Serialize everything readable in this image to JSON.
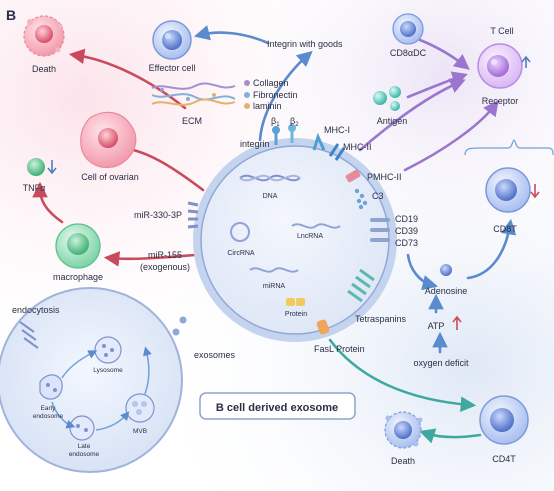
{
  "panel_label": "B",
  "top": {
    "death": "Death",
    "effector_cell": "Effector cell",
    "integrin_goods": "Integrin with goods",
    "ecm": "ECM",
    "collagen": "Collagen",
    "fibronectin": "Fibronectin",
    "laminin": "laminin",
    "integrin": "integrin",
    "beta1": "β",
    "beta1_sub": "1",
    "beta2": "β",
    "beta2_sub": "2",
    "cd8adc": "CD8αDC",
    "t_cell": "T Cell",
    "antigen": "Antigen",
    "receptor": "Receptor",
    "mhc1": "MHC-I",
    "mhc2": "MHC-II",
    "pmhc2": "PMHC-II",
    "c3": "C3"
  },
  "left": {
    "cell_of_ovarian": "Cell of ovarian",
    "tnfa": "TNFα",
    "macrophage": "macrophage",
    "mir330": "miR-330-3P",
    "mir155": "miR-155",
    "mir155_sub": "(exogenous)"
  },
  "center": {
    "dna": "DNA",
    "circrna": "CircRNA",
    "lncrna": "LncRNA",
    "mirna": "miRNA",
    "protein": "Protein",
    "tetraspanins": "Tetraspanins",
    "fasl": "FasL Protein",
    "exosomes": "exosomes",
    "title": "B cell derived exosome"
  },
  "right": {
    "cd19": "CD19",
    "cd39": "CD39",
    "cd73": "CD73",
    "cd8t": "CD8T",
    "adenosine": "Adenosine",
    "atp": "ATP",
    "oxygen_deficit": "oxygen deficit",
    "cd4t": "CD4T",
    "death": "Death"
  },
  "inset": {
    "endocytosis": "endocytosis",
    "lysosome": "Lysosome",
    "early_endosome_1": "Early",
    "early_endosome_2": "endosome",
    "late_endosome_1": "Late",
    "late_endosome_2": "endosome",
    "mvb": "MVB"
  },
  "colors": {
    "accent_red": "#c94a5e",
    "accent_blue": "#4f7fc0",
    "accent_purple": "#8a64c0",
    "accent_teal": "#3fa9a0"
  }
}
